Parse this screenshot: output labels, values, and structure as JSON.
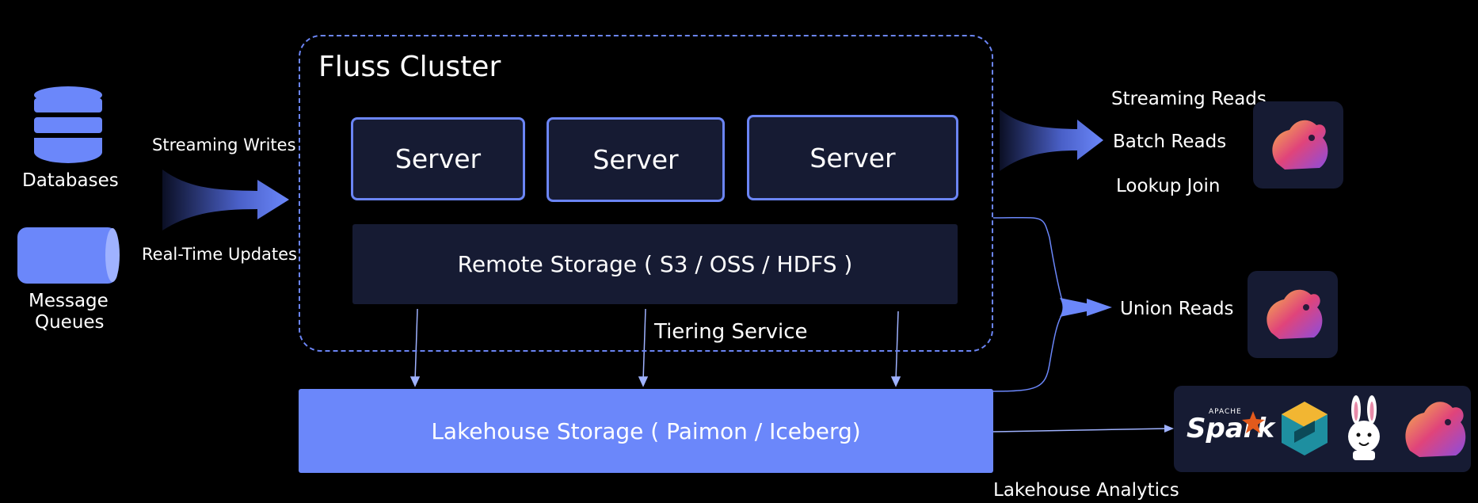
{
  "cluster": {
    "title": "Fluss Cluster"
  },
  "servers": [
    "Server",
    "Server",
    "Server"
  ],
  "remote_storage": "Remote Storage ( S3 / OSS / HDFS )",
  "tiering": "Tiering Service",
  "lakehouse_storage": "Lakehouse Storage  ( Paimon / Iceberg)",
  "sources": {
    "databases": "Databases",
    "message_queues_line1": "Message",
    "message_queues_line2": "Queues"
  },
  "writes": {
    "streaming": "Streaming Writes",
    "realtime": "Real-Time Updates"
  },
  "reads": {
    "streaming": "Streaming Reads",
    "batch": "Batch Reads",
    "lookup": "Lookup Join",
    "union": "Union Reads"
  },
  "analytics": "Lakehouse Analytics",
  "engines": {
    "spark_small": "APACHE",
    "spark": "Spark"
  },
  "colors": {
    "accent": "#6b87fa",
    "box": "#161b33",
    "background": "#000000"
  },
  "icons": [
    "database-icon",
    "queue-icon",
    "flink-squirrel-icon",
    "spark-logo",
    "paimon-logo",
    "iceberg-rabbit-logo"
  ]
}
